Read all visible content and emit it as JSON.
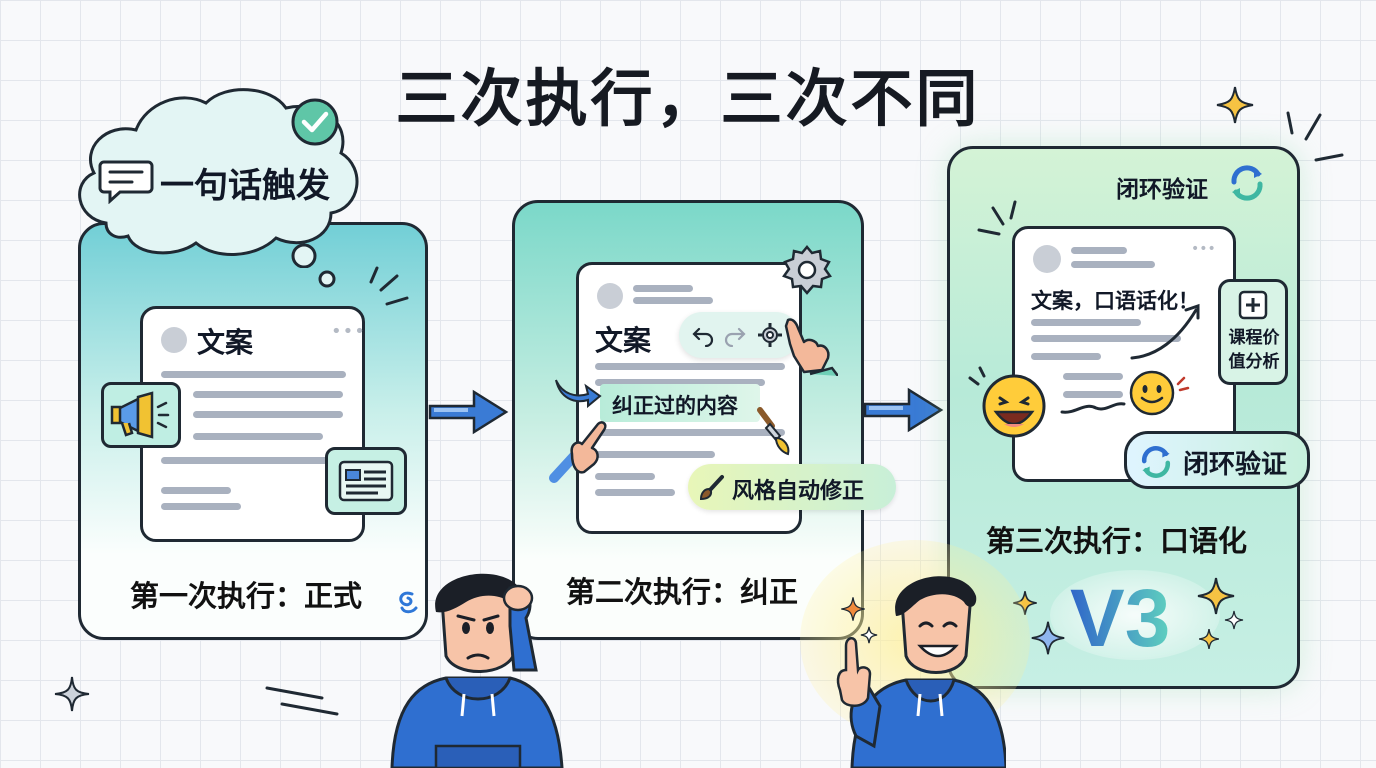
{
  "title": "三次执行，三次不同",
  "trigger": {
    "label": "一句话触发"
  },
  "steps": [
    {
      "step_label": "第一次执行：正式",
      "doc_title": "文案"
    },
    {
      "step_label": "第二次执行：纠正",
      "doc_title": "文案",
      "highlight": "纠正过的内容",
      "callout": "风格自动修正"
    },
    {
      "step_label": "第三次执行：口语化",
      "doc_title": "文案，口语话化！",
      "top_badge": "闭环验证",
      "side_card": "课程价值分析",
      "bottom_badge": "闭环验证",
      "version": "V3"
    }
  ],
  "colors": {
    "arrow": "#3a7bd5",
    "version_gradient": [
      "#2f66c9",
      "#5fd0bf"
    ],
    "hoodie": "#2f6fd0"
  }
}
